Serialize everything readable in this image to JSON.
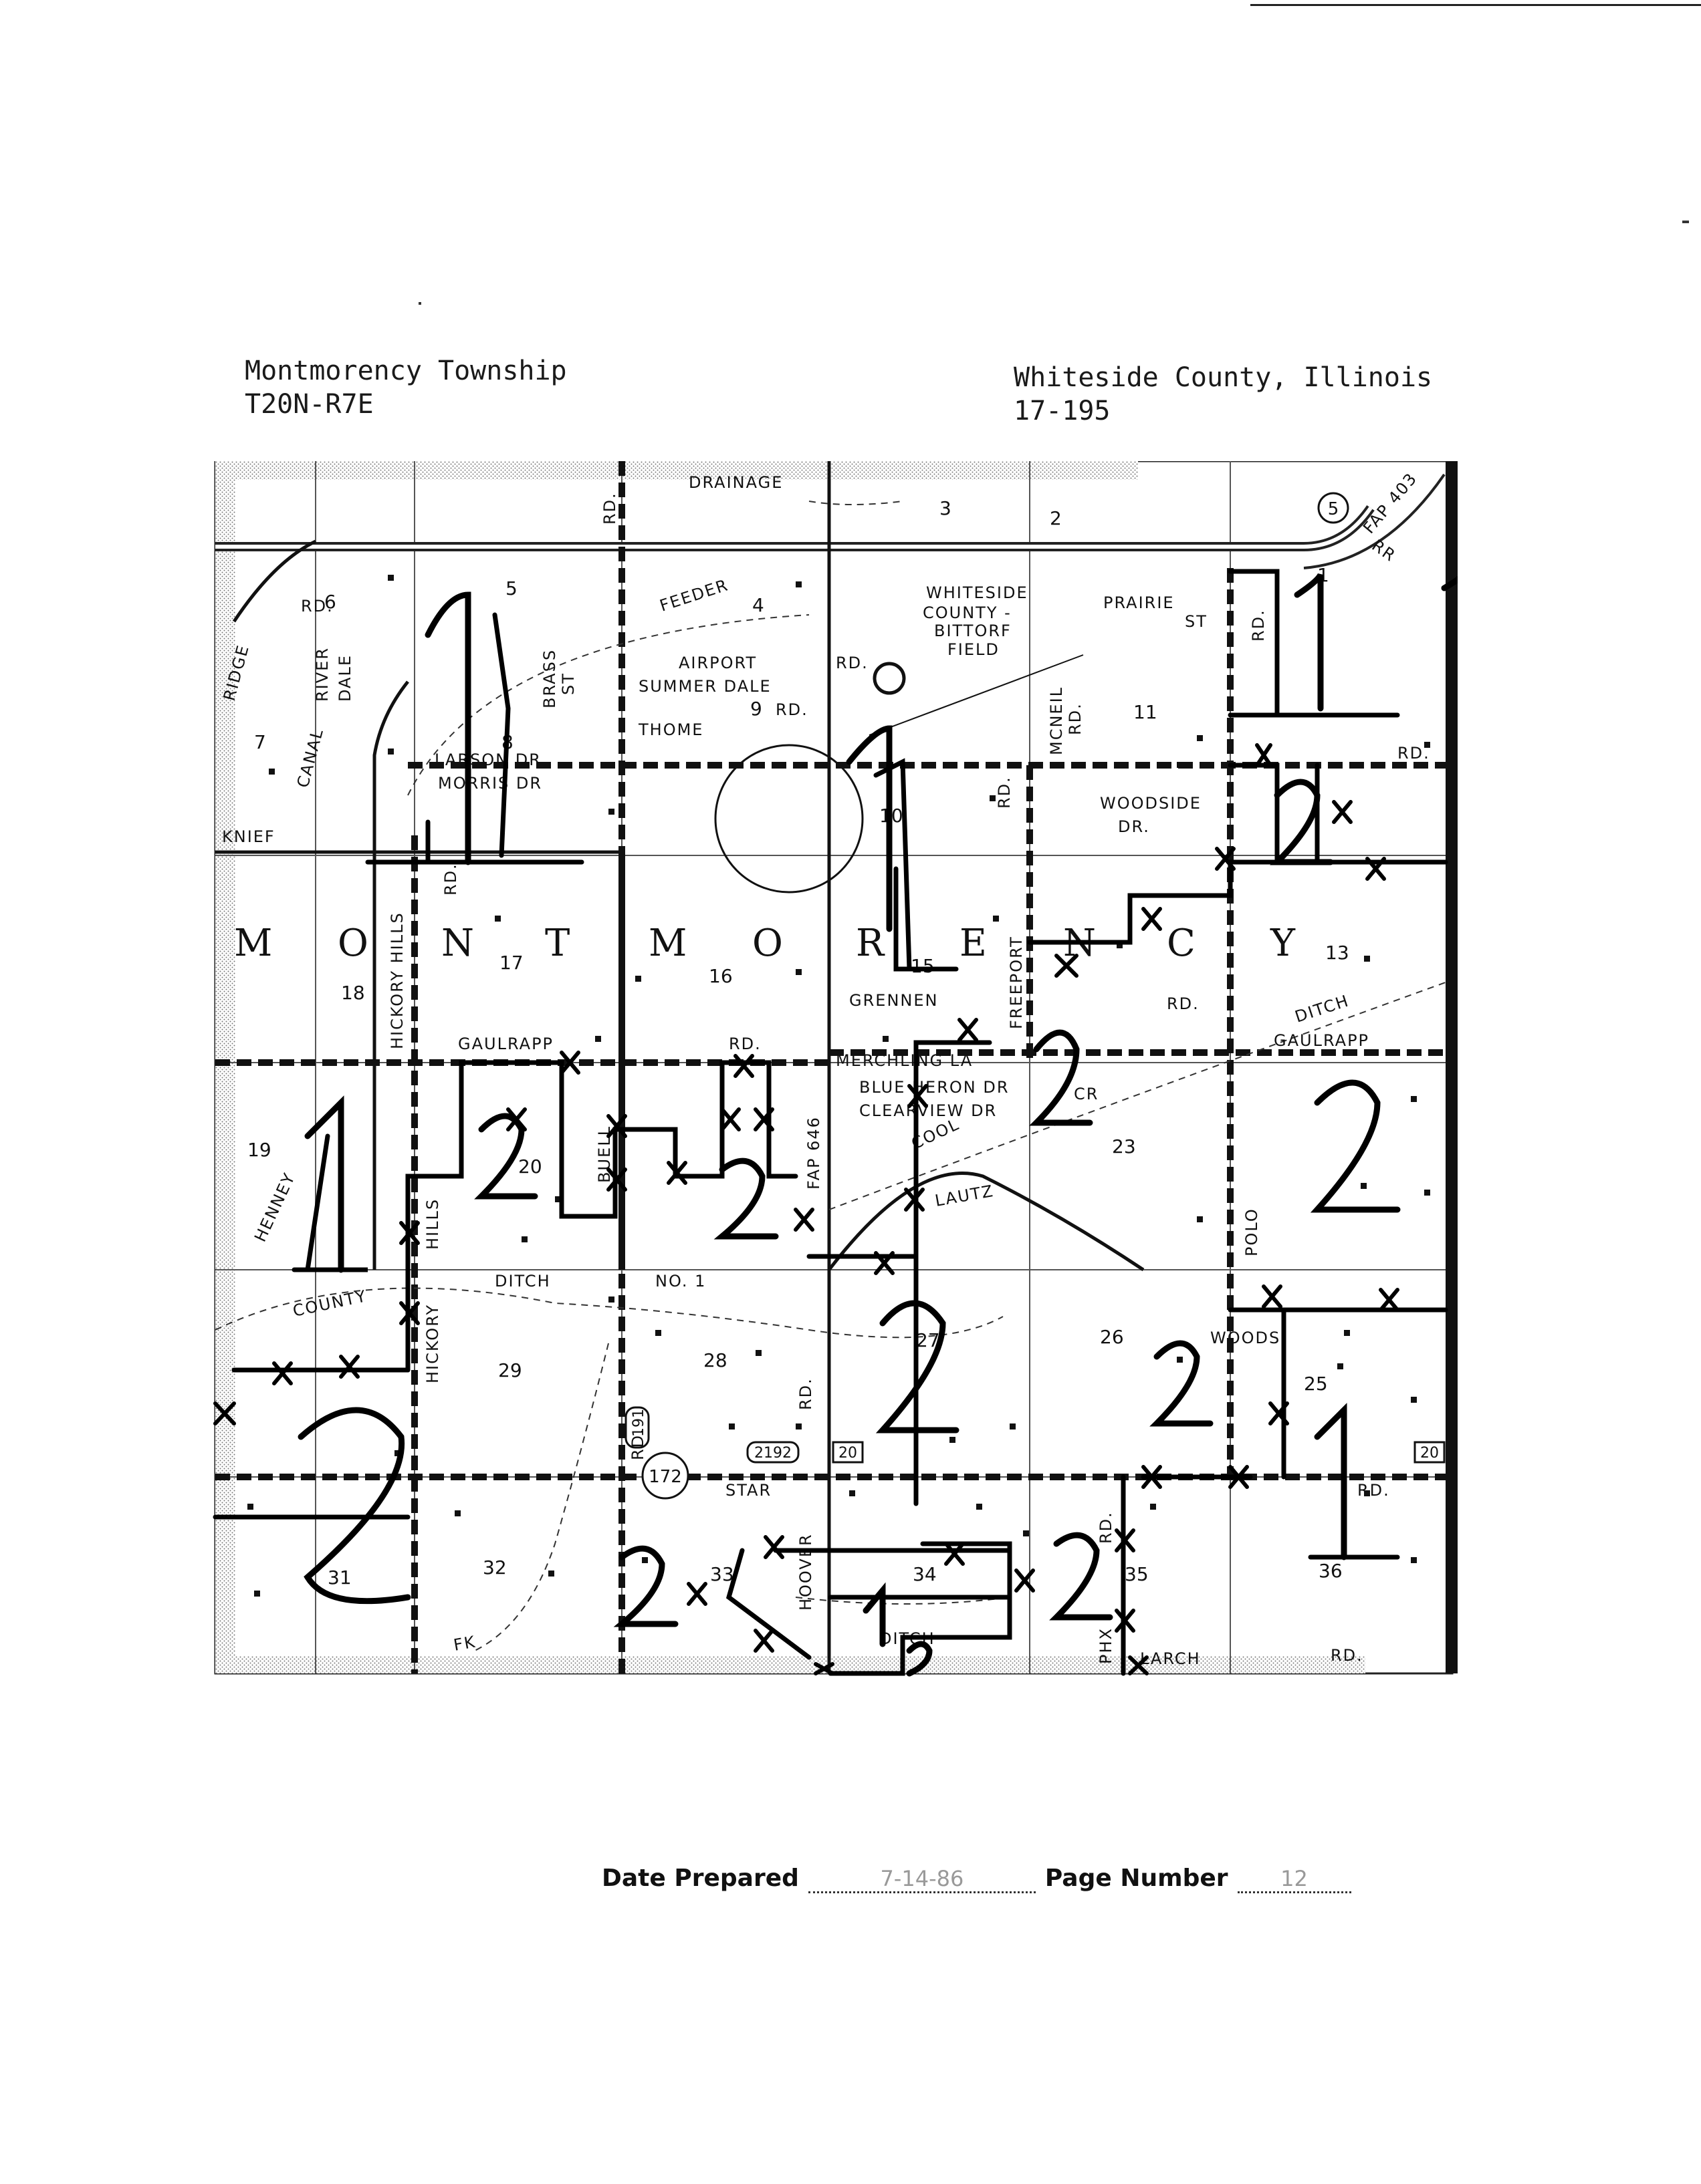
{
  "header": {
    "township": "Montmorency Township",
    "range": "T20N-R7E",
    "county": "Whiteside County, Illinois",
    "code": "17-195"
  },
  "map": {
    "township_name_letters": [
      "M",
      "O",
      "N",
      "T",
      "M",
      "O",
      "R",
      "E",
      "N",
      "C",
      "Y"
    ],
    "sections": [
      "1",
      "2",
      "3",
      "4",
      "5",
      "6",
      "7",
      "8",
      "9",
      "10",
      "11",
      "13",
      "15",
      "16",
      "17",
      "18",
      "19",
      "20",
      "23",
      "25",
      "26",
      "27",
      "28",
      "29",
      "31",
      "32",
      "33",
      "34",
      "35",
      "36"
    ],
    "roads": {
      "ridge": "RIDGE",
      "canal": "CANAL",
      "river": "RIVER",
      "dale": "DALE",
      "rd": "RD.",
      "drainage": "DRAINAGE",
      "feeder": "FEEDER",
      "airport": "AIRPORT",
      "summer_dale": "SUMMER DALE",
      "thome": "THOME",
      "larson": "LARSON DR",
      "morris": "MORRIS DR",
      "brass": "BRASS",
      "st": "ST",
      "knief": "KNIEF",
      "hickory_hills": "HICKORY HILLS",
      "mcneil": "MCNEIL",
      "woodside": "WOODSIDE",
      "dr": "DR.",
      "prairie": "PRAIRIE",
      "whiteside": "WHITESIDE",
      "county": "COUNTY -",
      "bittorf": "BITTORF",
      "field": "FIELD",
      "freeport": "FREEPORT",
      "grennen": "GRENNEN",
      "gaulrapp": "GAULRAPP",
      "merchling": "MERCHLING LA",
      "blue_heron": "BLUE HERON DR",
      "clearview": "CLEARVIEW DR",
      "buell": "BUELL",
      "fap646": "FAP 646",
      "cr": "CR",
      "coolidge": "COOL",
      "lautz": "LAUTZ",
      "ditch": "DITCH",
      "no1": "NO. 1",
      "county_ditch": "COUNTY",
      "hickory": "HICKORY",
      "hills": "HILLS",
      "henney": "HENNEY",
      "polo": "POLO",
      "woods": "WOODS",
      "star": "STAR",
      "hoover": "HOOVER",
      "phx": "PHX",
      "larch": "LARCH",
      "fk": "FK",
      "fap403": "FAP 403",
      "rr": "RR"
    },
    "route_shields": {
      "us5": "5",
      "il172": "172",
      "r191": "191",
      "r2192": "2192",
      "r20a": "20",
      "r20b": "20"
    }
  },
  "footer": {
    "date_label": "Date Prepared",
    "date_value": "7-14-86",
    "page_label": "Page Number",
    "page_value": "12"
  }
}
